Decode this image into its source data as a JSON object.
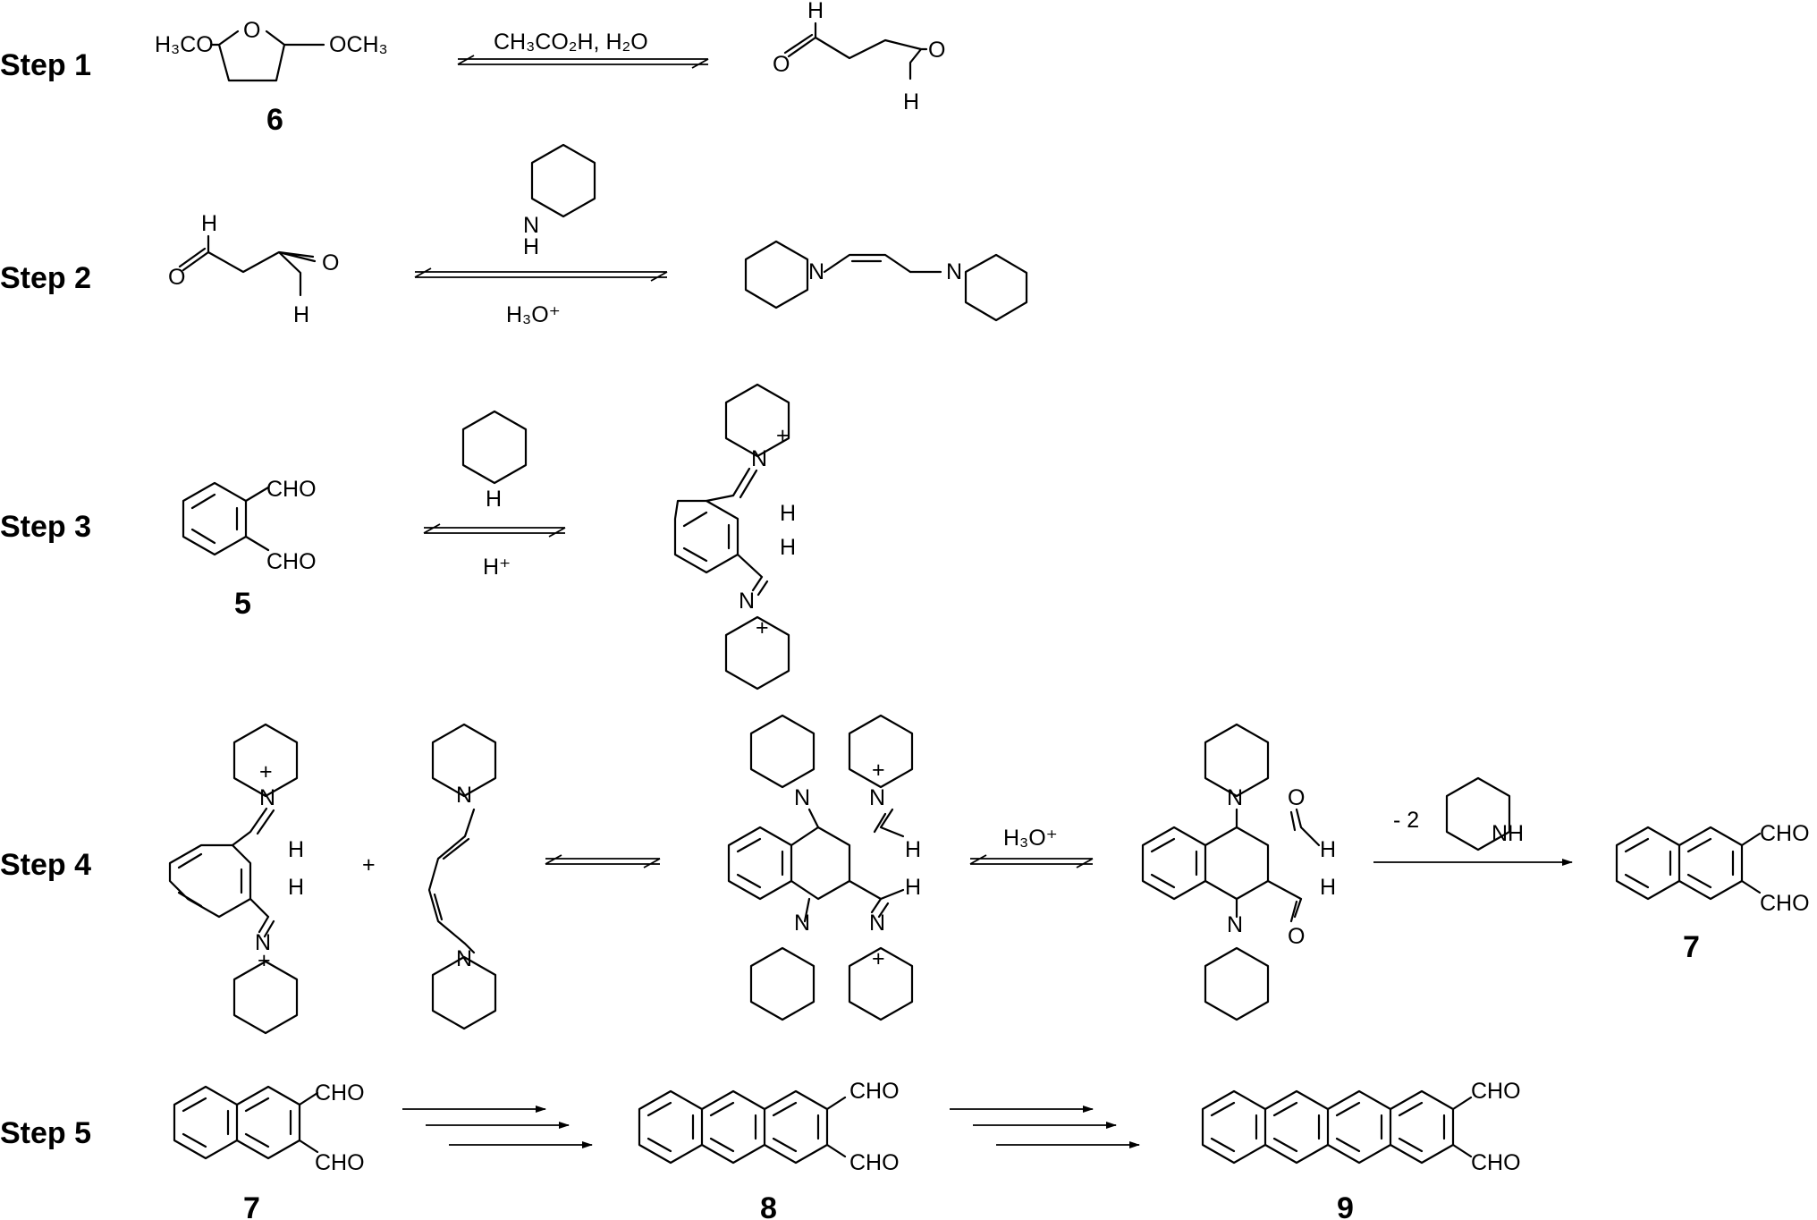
{
  "steps": [
    {
      "label": "Step 1"
    },
    {
      "label": "Step 2"
    },
    {
      "label": "Step 3"
    },
    {
      "label": "Step 4"
    },
    {
      "label": "Step 5"
    }
  ],
  "compounds": {
    "c6": "6",
    "c5": "5",
    "c7": "7",
    "c7b": "7",
    "c8": "8",
    "c9": "9"
  },
  "reagents": {
    "step1_top": "CH₃CO₂H, H₂O",
    "step2_bottom": "H₃O⁺",
    "step3_bottom": "H⁺",
    "step4_mid": "H₃O⁺",
    "step4_elim": "- 2"
  },
  "atoms": {
    "H": "H",
    "O": "O",
    "N": "N",
    "NH": "NH",
    "CHO": "CHO",
    "H3CO": "H₃CO",
    "OCH3": "OCH₃",
    "plus_sign": "+",
    "charge": "+"
  }
}
